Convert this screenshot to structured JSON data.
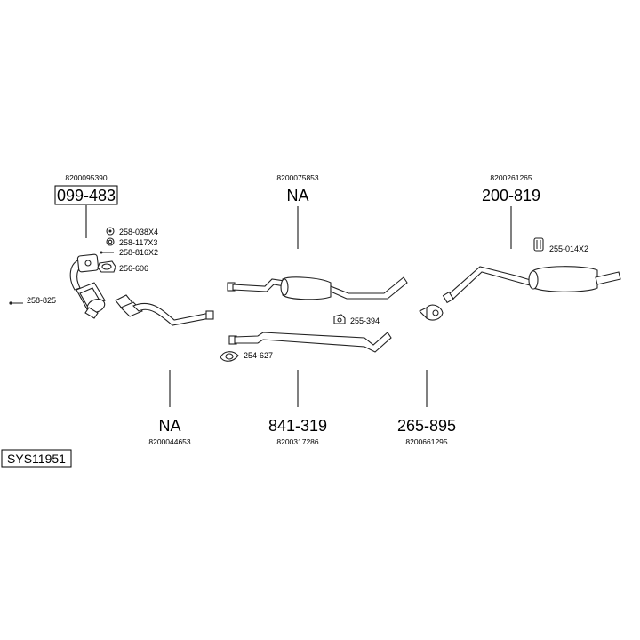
{
  "diagram": {
    "system_code": "SYS11951",
    "groups": [
      {
        "oem": "8200095390",
        "part": "099-483",
        "boxed": true
      },
      {
        "oem": "8200075853",
        "part": "NA"
      },
      {
        "oem": "8200261265",
        "part": "200-819"
      },
      {
        "oem": "8200044653",
        "part": "NA"
      },
      {
        "oem": "8200317286",
        "part": "841-319"
      },
      {
        "oem": "8200661295",
        "part": "265-895"
      }
    ],
    "accessories": [
      "258-038X4",
      "258-117X3",
      "258-816X2",
      "256-606",
      "258-825",
      "255-394",
      "254-627",
      "255-014X2"
    ],
    "colors": {
      "line": "#222222",
      "text": "#000000",
      "background": "#ffffff"
    }
  }
}
